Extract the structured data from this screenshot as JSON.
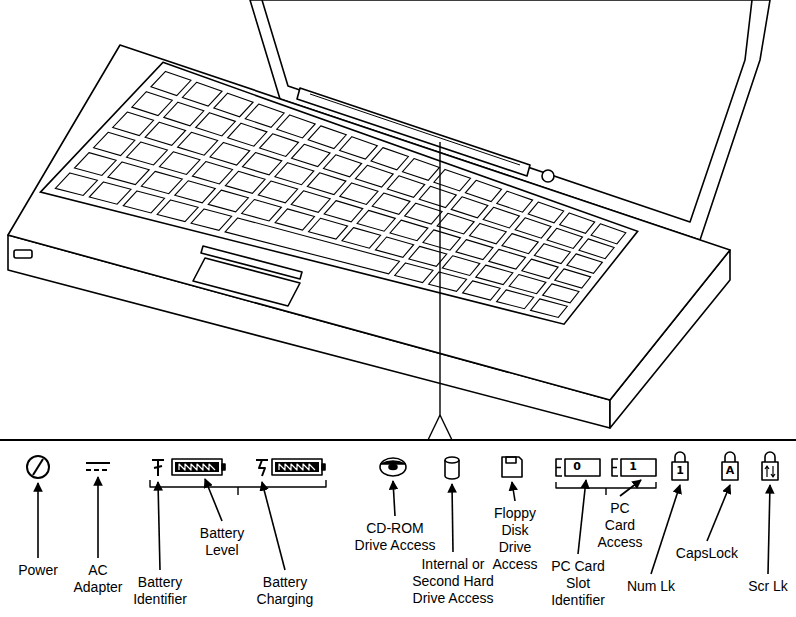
{
  "diagram": {
    "labels": [
      "Power",
      "AC Adapter",
      "Battery Identifier",
      "Battery Level",
      "Battery Charging",
      "CD-ROM Drive Access",
      "Internal or Second Hard Drive Access",
      "Floppy Disk Drive Access",
      "0",
      "PC Card Slot Identifier",
      "1",
      "PC Card Access",
      "1",
      "Num Lk",
      "A",
      "CapsLock",
      "Scr Lk"
    ]
  }
}
